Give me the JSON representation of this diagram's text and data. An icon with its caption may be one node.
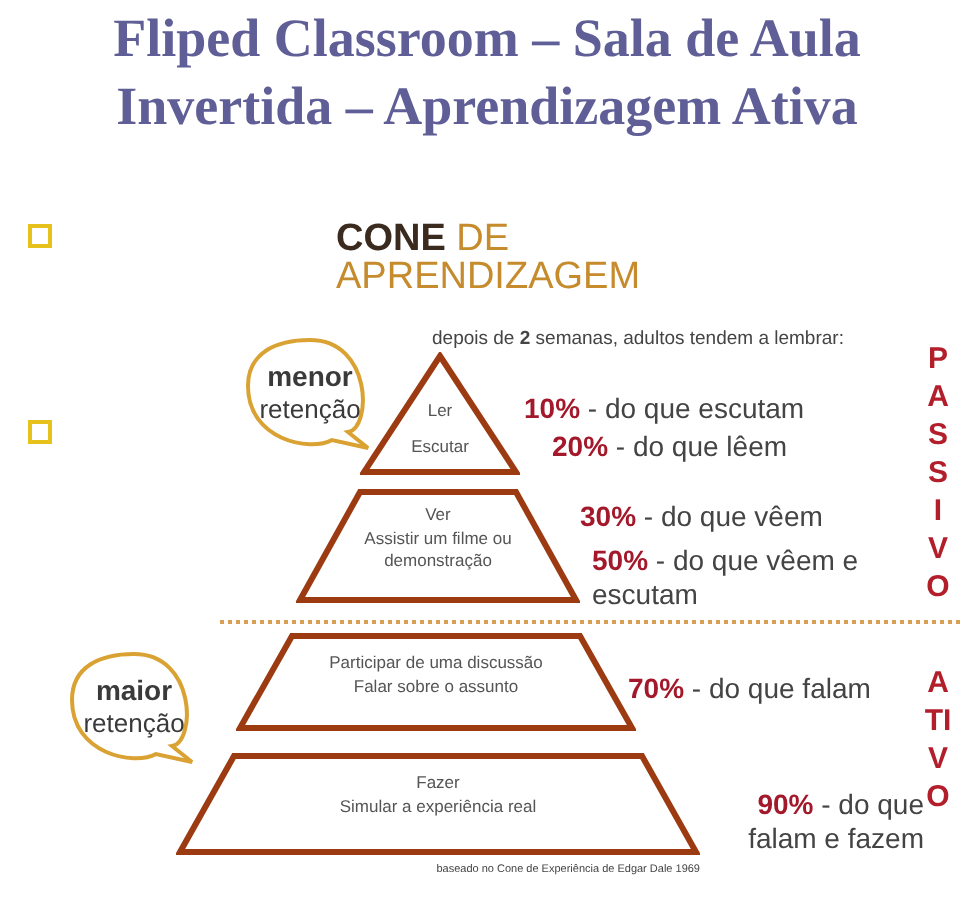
{
  "diagram": {
    "title": "Fliped Classroom – Sala de Aula Invertida – Aprendizagem Ativa",
    "nodes": [
      {
        "text": [
          "menor",
          "retenção"
        ]
      },
      {
        "text": [
          "Ler",
          "Escutar"
        ]
      },
      {
        "text": [
          "Ver",
          "Assistir um filme ou demonstração"
        ]
      },
      {
        "text": [
          "maior",
          "retenção"
        ]
      },
      {
        "text": [
          "Participar de uma discussão",
          "Falar sobre o assunto"
        ]
      },
      {
        "text": [
          "Fazer",
          "Simular a experiência real"
        ]
      }
    ],
    "edges": [],
    "labels": [
      "**CONE** DE APRENDIZAGEM",
      "depois de **2** semanas, adultos tendem a lembrar:",
      "PASSIVO",
      "**10%** - do que escutam",
      "**20%** - do que lêem",
      "**30%** - do que vêem",
      "**50%** - do que vêem e escutam",
      "ATIVO",
      "**70%** - do que falam",
      "**90%** - do que falam e fazem",
      "baseado no Cone de Experiência de Edgar Dale 1969"
    ]
  }
}
